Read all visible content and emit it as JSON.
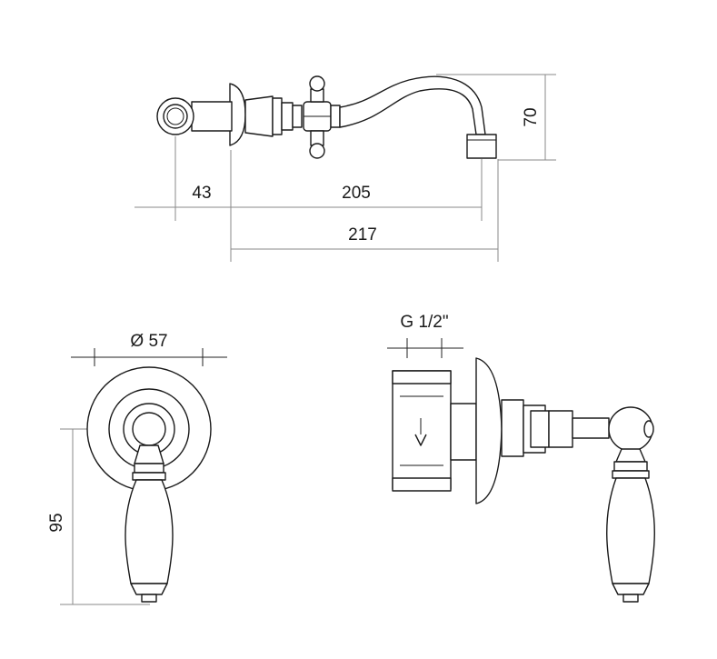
{
  "top_view": {
    "dim_43": "43",
    "dim_205": "205",
    "dim_217": "217",
    "dim_70": "70"
  },
  "front_view": {
    "dim_diameter": "Ø 57",
    "dim_95": "95"
  },
  "side_view": {
    "dim_thread": "G 1/2\""
  }
}
